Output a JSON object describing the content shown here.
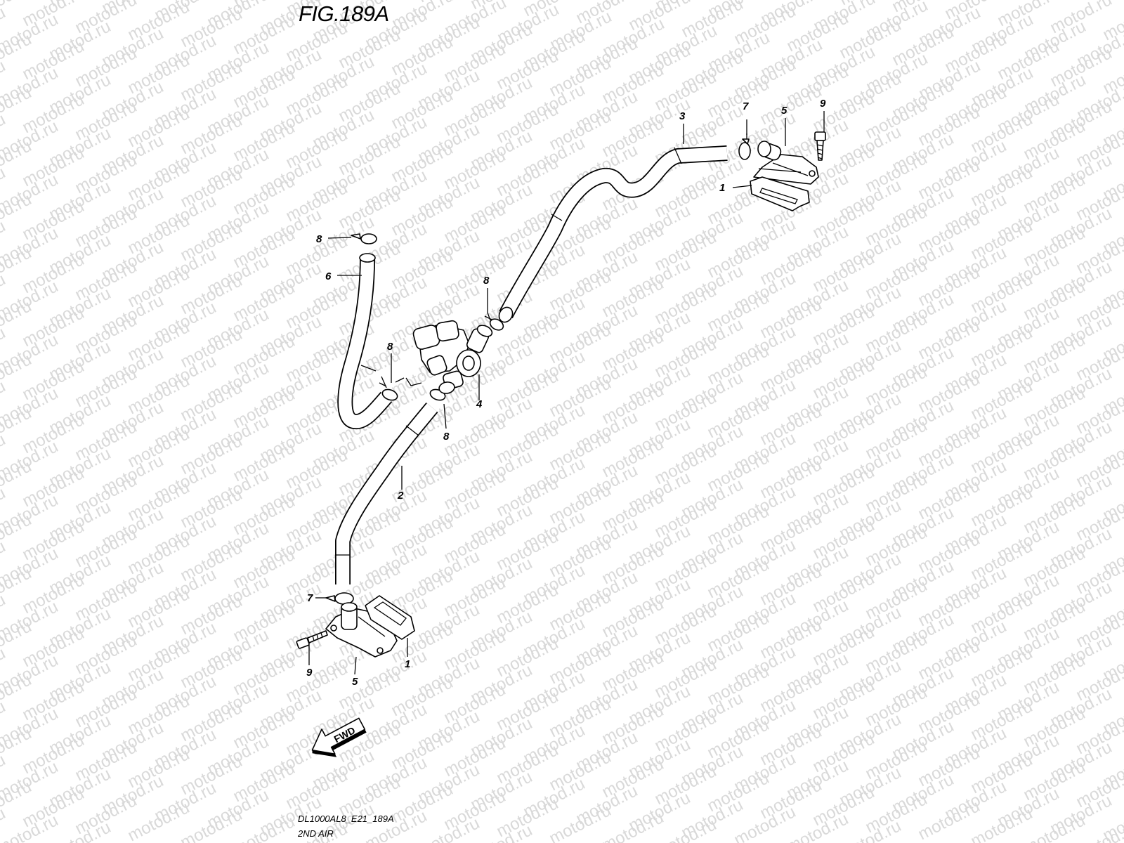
{
  "figure": {
    "title": "FIG.189A",
    "drawing_code": "DL1000AL8_E21_189A",
    "caption": "2ND AIR"
  },
  "watermark": {
    "text": "motod.ru"
  },
  "direction_indicator": {
    "label": "FWD"
  },
  "callouts": {
    "c1_upper": "1",
    "c3": "3",
    "c7_upper": "7",
    "c5_upper": "5",
    "c9_upper": "9",
    "c8_top_left": "8",
    "c6": "6",
    "c8_mid_right": "8",
    "c8_mid_left": "8",
    "c4": "4",
    "c8_lower": "8",
    "c2": "2",
    "c7_lower": "7",
    "c9_lower": "9",
    "c5_lower": "5",
    "c1_lower": "1"
  }
}
